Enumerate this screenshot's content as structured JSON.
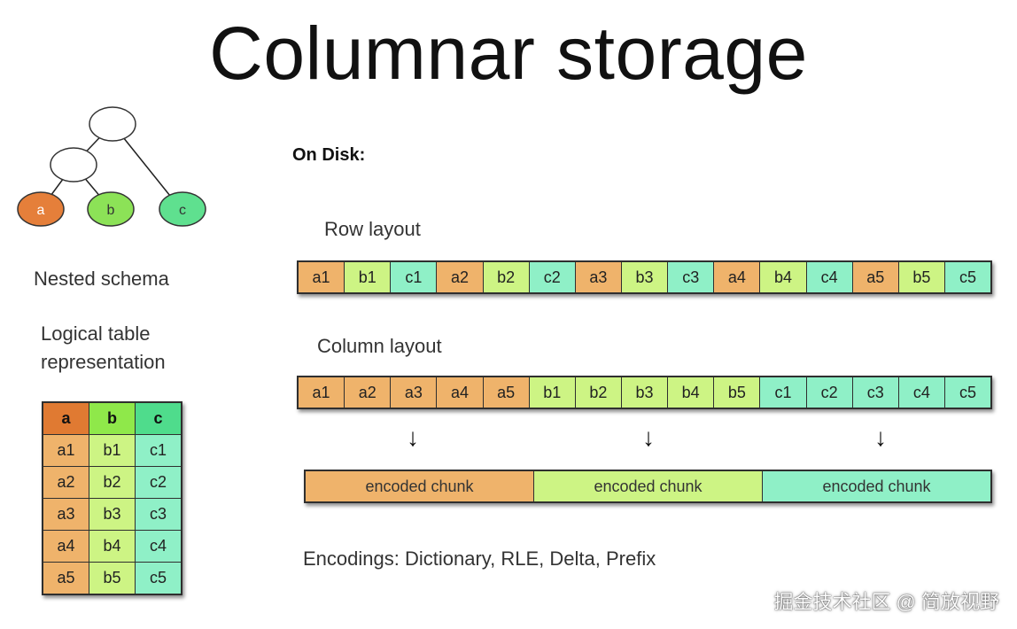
{
  "title": "Columnar storage",
  "schema": {
    "nodes": [
      "a",
      "b",
      "c"
    ],
    "label": "Nested schema",
    "colors": {
      "a": "#e57f3a",
      "b": "#8ce257",
      "c": "#5fe08f",
      "internal": "#ffffff"
    }
  },
  "logical": {
    "label_line1": "Logical table",
    "label_line2": "representation",
    "headers": [
      "a",
      "b",
      "c"
    ],
    "rows": [
      [
        "a1",
        "b1",
        "c1"
      ],
      [
        "a2",
        "b2",
        "c2"
      ],
      [
        "a3",
        "b3",
        "c3"
      ],
      [
        "a4",
        "b4",
        "c4"
      ],
      [
        "a5",
        "b5",
        "c5"
      ]
    ]
  },
  "disk": {
    "heading": "On Disk:",
    "row_layout_label": "Row layout",
    "row_layout": [
      "a1",
      "b1",
      "c1",
      "a2",
      "b2",
      "c2",
      "a3",
      "b3",
      "c3",
      "a4",
      "b4",
      "c4",
      "a5",
      "b5",
      "c5"
    ],
    "column_layout_label": "Column layout",
    "column_layout": [
      "a1",
      "a2",
      "a3",
      "a4",
      "a5",
      "b1",
      "b2",
      "b3",
      "b4",
      "b5",
      "c1",
      "c2",
      "c3",
      "c4",
      "c5"
    ],
    "chunks": [
      "encoded chunk",
      "encoded chunk",
      "encoded chunk"
    ],
    "encodings": "Encodings: Dictionary, RLE, Delta, Prefix"
  },
  "colors": {
    "a": "#efb36b",
    "b": "#cdf484",
    "c": "#8ff0c7"
  },
  "watermark": "掘金技术社区 @ 简放视野"
}
